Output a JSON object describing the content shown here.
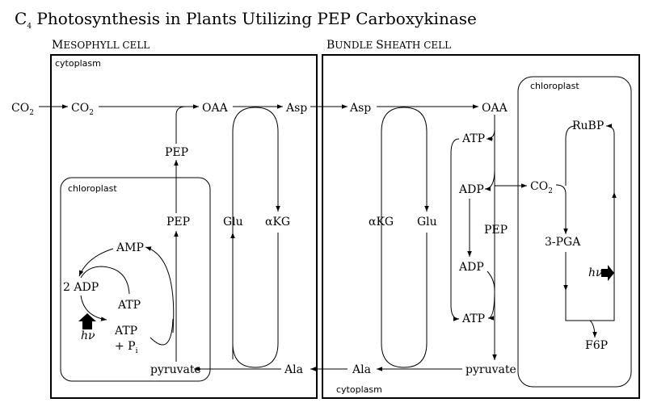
{
  "title": {
    "main_pre": "C",
    "main_sub": "4",
    "main_post": " Photosynthesis in Plants Utilizing PEP Carboxykinase"
  },
  "mesophyll": {
    "header_cap1": "M",
    "header_rest1": "ESOPHYLL ",
    "header_rest2": "CELL",
    "cytoplasm": "cytoplasm",
    "chloroplast": "chloroplast",
    "co2_outside_pre": "CO",
    "co2_outside_sub": "2",
    "co2_inside_pre": "CO",
    "co2_inside_sub": "2",
    "oaa": "OAA",
    "asp": "Asp",
    "pep_top": "PEP",
    "pep_mid": "PEP",
    "glu": "Glu",
    "akg": "αKG",
    "amp": "AMP",
    "two_adp": "2 ADP",
    "atp_a": "ATP",
    "atp_b": "ATP",
    "pi_pre": "+ P",
    "pi_sub": "i",
    "hv": "hν",
    "pyruvate": "pyruvate",
    "ala": "Ala"
  },
  "bundle_sheath": {
    "header_cap1": "B",
    "header_rest1": "UNDLE ",
    "header_cap2": "S",
    "header_rest2": "HEATH CELL",
    "cytoplasm": "cytoplasm",
    "chloroplast": "chloroplast",
    "asp": "Asp",
    "oaa": "OAA",
    "atp_top": "ATP",
    "adp_mid": "ADP",
    "adp_low": "ADP",
    "atp_bot": "ATP",
    "akg": "αKG",
    "glu": "Glu",
    "pep": "PEP",
    "co2_pre": "CO",
    "co2_sub": "2",
    "rubp": "RuBP",
    "pga": "3-PGA",
    "hv": "hν",
    "f6p": "F6P",
    "ala": "Ala",
    "pyruvate": "pyruvate"
  }
}
